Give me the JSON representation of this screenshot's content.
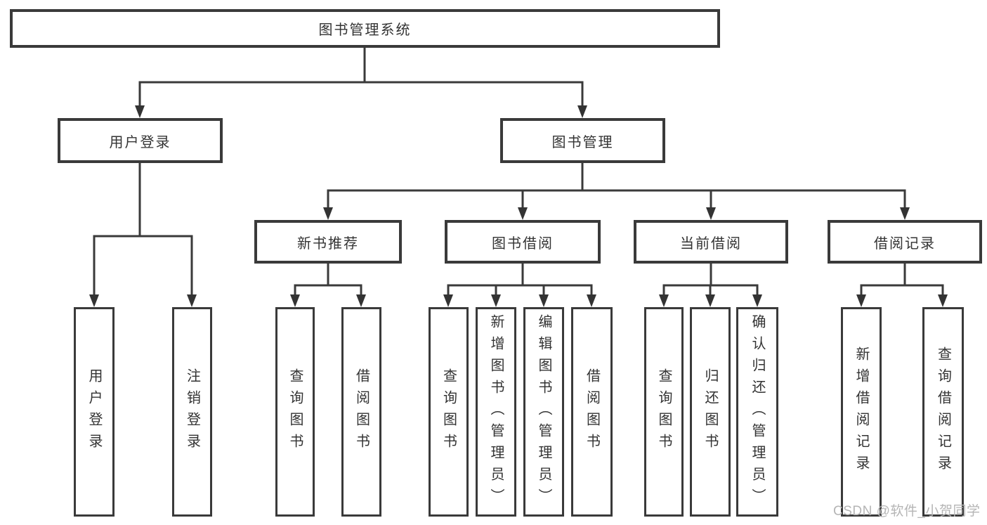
{
  "colors": {
    "line": "#3a3a3a",
    "box_border": "#3a3a3a",
    "text": "#333333",
    "watermark": "#b5b5b5",
    "background": "#ffffff"
  },
  "diagram": {
    "root": {
      "label": "图书管理系统"
    },
    "branches": [
      {
        "label": "用户登录",
        "children": [
          {
            "label": "用户登录"
          },
          {
            "label": "注销登录"
          }
        ]
      },
      {
        "label": "图书管理",
        "sections": [
          {
            "label": "新书推荐",
            "children": [
              {
                "label": "查询图书"
              },
              {
                "label": "借阅图书"
              }
            ]
          },
          {
            "label": "图书借阅",
            "children": [
              {
                "label": "查询图书"
              },
              {
                "label": "新增图书（管理员）"
              },
              {
                "label": "编辑图书（管理员）"
              },
              {
                "label": "借阅图书"
              }
            ]
          },
          {
            "label": "当前借阅",
            "children": [
              {
                "label": "查询图书"
              },
              {
                "label": "归还图书"
              },
              {
                "label": "确认归还（管理员）"
              }
            ]
          },
          {
            "label": "借阅记录",
            "children": [
              {
                "label": "新增借阅记录"
              },
              {
                "label": "查询借阅记录"
              }
            ]
          }
        ]
      }
    ]
  },
  "watermark": {
    "text": "CSDN @软件_小贺同学"
  }
}
